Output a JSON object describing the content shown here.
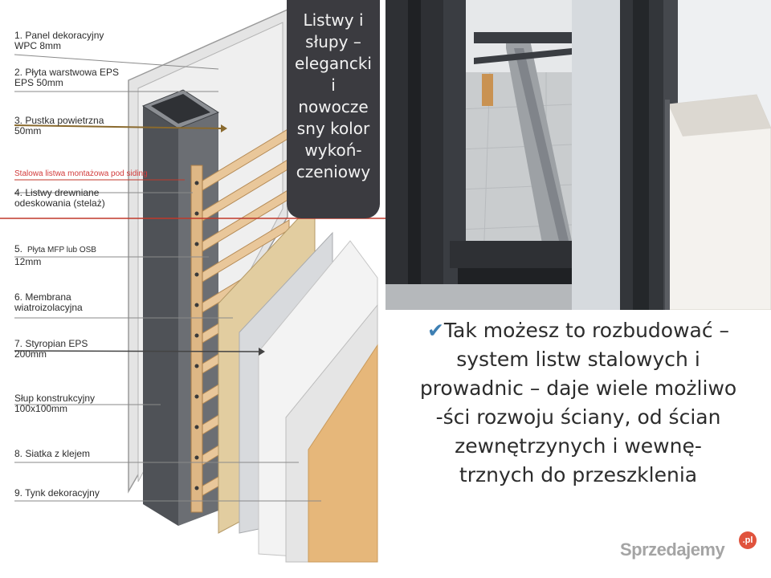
{
  "diagram": {
    "callouts": [
      {
        "id": "1",
        "text": "1. Panel dekoracyjny\nWPC 8mm"
      },
      {
        "id": "2",
        "text": "2. Płyta warstwowa EPS\nEPS 50mm"
      },
      {
        "id": "3",
        "text": "3. Pustka powietrzna\n50mm"
      },
      {
        "id": "steel",
        "text": "Stalowa listwa montażowa pod siding"
      },
      {
        "id": "4",
        "text": "4. Listwy drewniane\nodeskowania (stelaż)"
      },
      {
        "id": "5a",
        "text": "5."
      },
      {
        "id": "5b",
        "text": "Płyta MFP lub OSB"
      },
      {
        "id": "5c",
        "text": "12mm"
      },
      {
        "id": "6",
        "text": "6. Membrana\nwiatroizolacyjna"
      },
      {
        "id": "7",
        "text": "7. Styropian EPS\n200mm"
      },
      {
        "id": "post",
        "text": "Słup konstrukcyjny\n100x100mm"
      },
      {
        "id": "8",
        "text": "8. Siatka z klejem"
      },
      {
        "id": "9",
        "text": "9. Tynk dekoracyjny"
      }
    ],
    "bubble_text": "Listwy i\nsłupy –\nelegancki\ni\nnowocze\nsny kolor\nwykoń-\nczeniowy"
  },
  "info": {
    "check_icon": "✔",
    "text": "Tak możesz to rozbudować –\nsystem listw stalowych i\nprowadnic – daje wiele możliwo\n-ści rozwoju ściany, od ścian\nzewnętrzynych i wewnę-\ntrznych do przeszklenia"
  },
  "watermark": {
    "brand": "Sprzedajemy",
    "badge": ".pl"
  },
  "colors": {
    "bubble": "#3b3b40",
    "steel": "#5a5d62",
    "wood": "#e9c79a",
    "osb": "#e2cda0",
    "plaster": "#e6b77a",
    "red_line": "#c0392b",
    "brown_line": "#8a6a2e"
  }
}
